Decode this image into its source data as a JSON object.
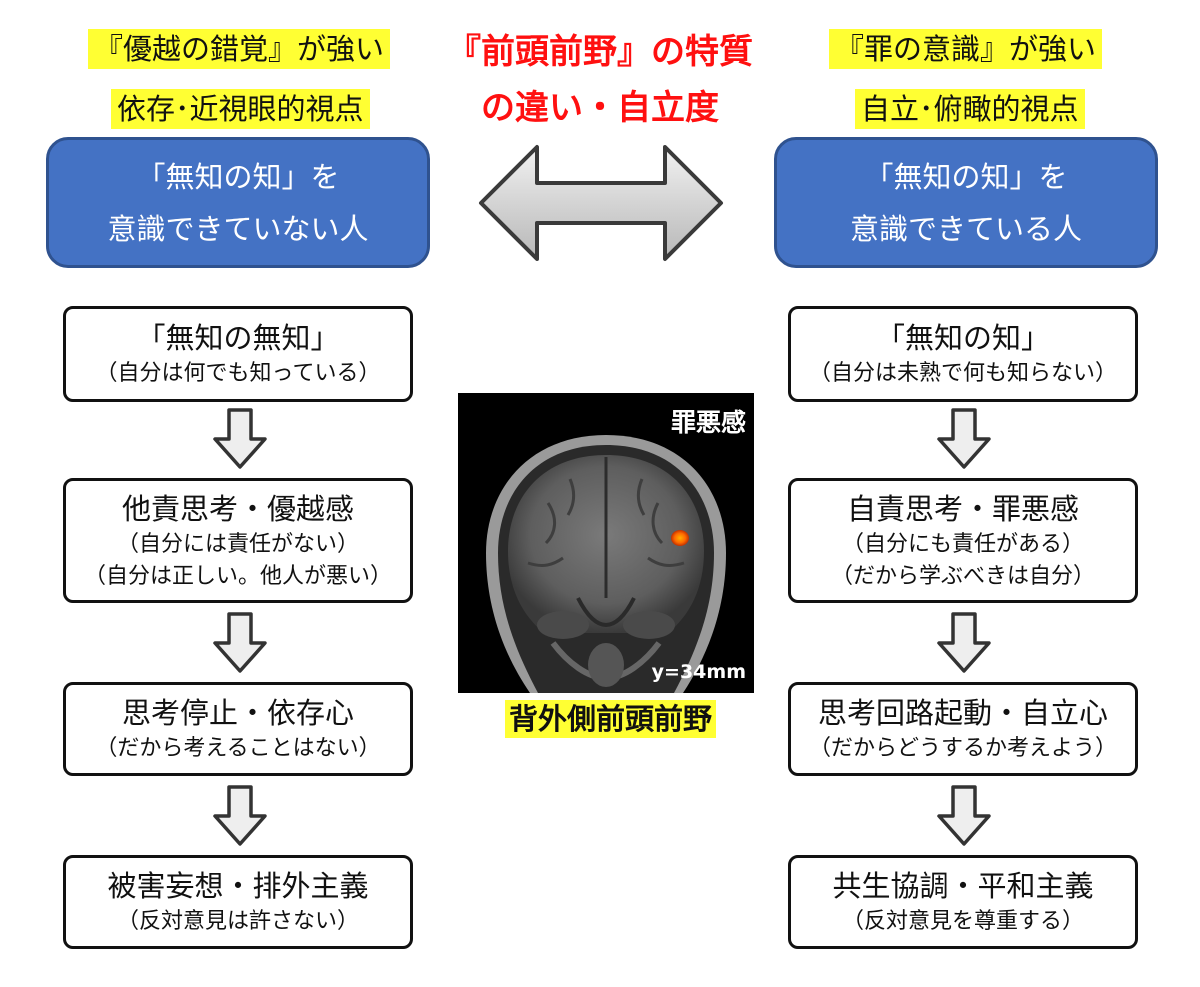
{
  "left": {
    "heading_1": "『優越の錯覚』が強い",
    "heading_2": "依存･近視眼的視点",
    "blue_line_1": "「無知の知」を",
    "blue_line_2": "意識できていない人",
    "boxes": [
      {
        "main": "「無知の無知」",
        "subs": [
          "（自分は何でも知っている）"
        ]
      },
      {
        "main": "他責思考・優越感",
        "subs": [
          "（自分には責任がない）",
          "（自分は正しい。他人が悪い）"
        ]
      },
      {
        "main": "思考停止・依存心",
        "subs": [
          "（だから考えることはない）"
        ]
      },
      {
        "main": "被害妄想・排外主義",
        "subs": [
          "（反対意見は許さない）"
        ]
      }
    ]
  },
  "center": {
    "title_1": "『前頭前野』の特質",
    "title_2": "の違い・自立度",
    "brain_label_top": "罪悪感",
    "brain_label_coord": "y=34mm",
    "caption": "背外側前頭前野"
  },
  "right": {
    "heading_1": "『罪の意識』が強い",
    "heading_2": "自立･俯瞰的視点",
    "blue_line_1": "「無知の知」を",
    "blue_line_2": "意識できている人",
    "boxes": [
      {
        "main": "「無知の知」",
        "subs": [
          "（自分は未熟で何も知らない）"
        ]
      },
      {
        "main": "自責思考・罪悪感",
        "subs": [
          "（自分にも責任がある）",
          "（だから学ぶべきは自分）"
        ]
      },
      {
        "main": "思考回路起動・自立心",
        "subs": [
          "（だからどうするか考えよう）"
        ]
      },
      {
        "main": "共生協調・平和主義",
        "subs": [
          "（反対意見を尊重する）"
        ]
      }
    ]
  },
  "colors": {
    "accent_red": "#ff1010",
    "highlight_yellow": "#ffff33",
    "blue_box": "#4472c4",
    "activation_orange": "#ff6a00"
  }
}
